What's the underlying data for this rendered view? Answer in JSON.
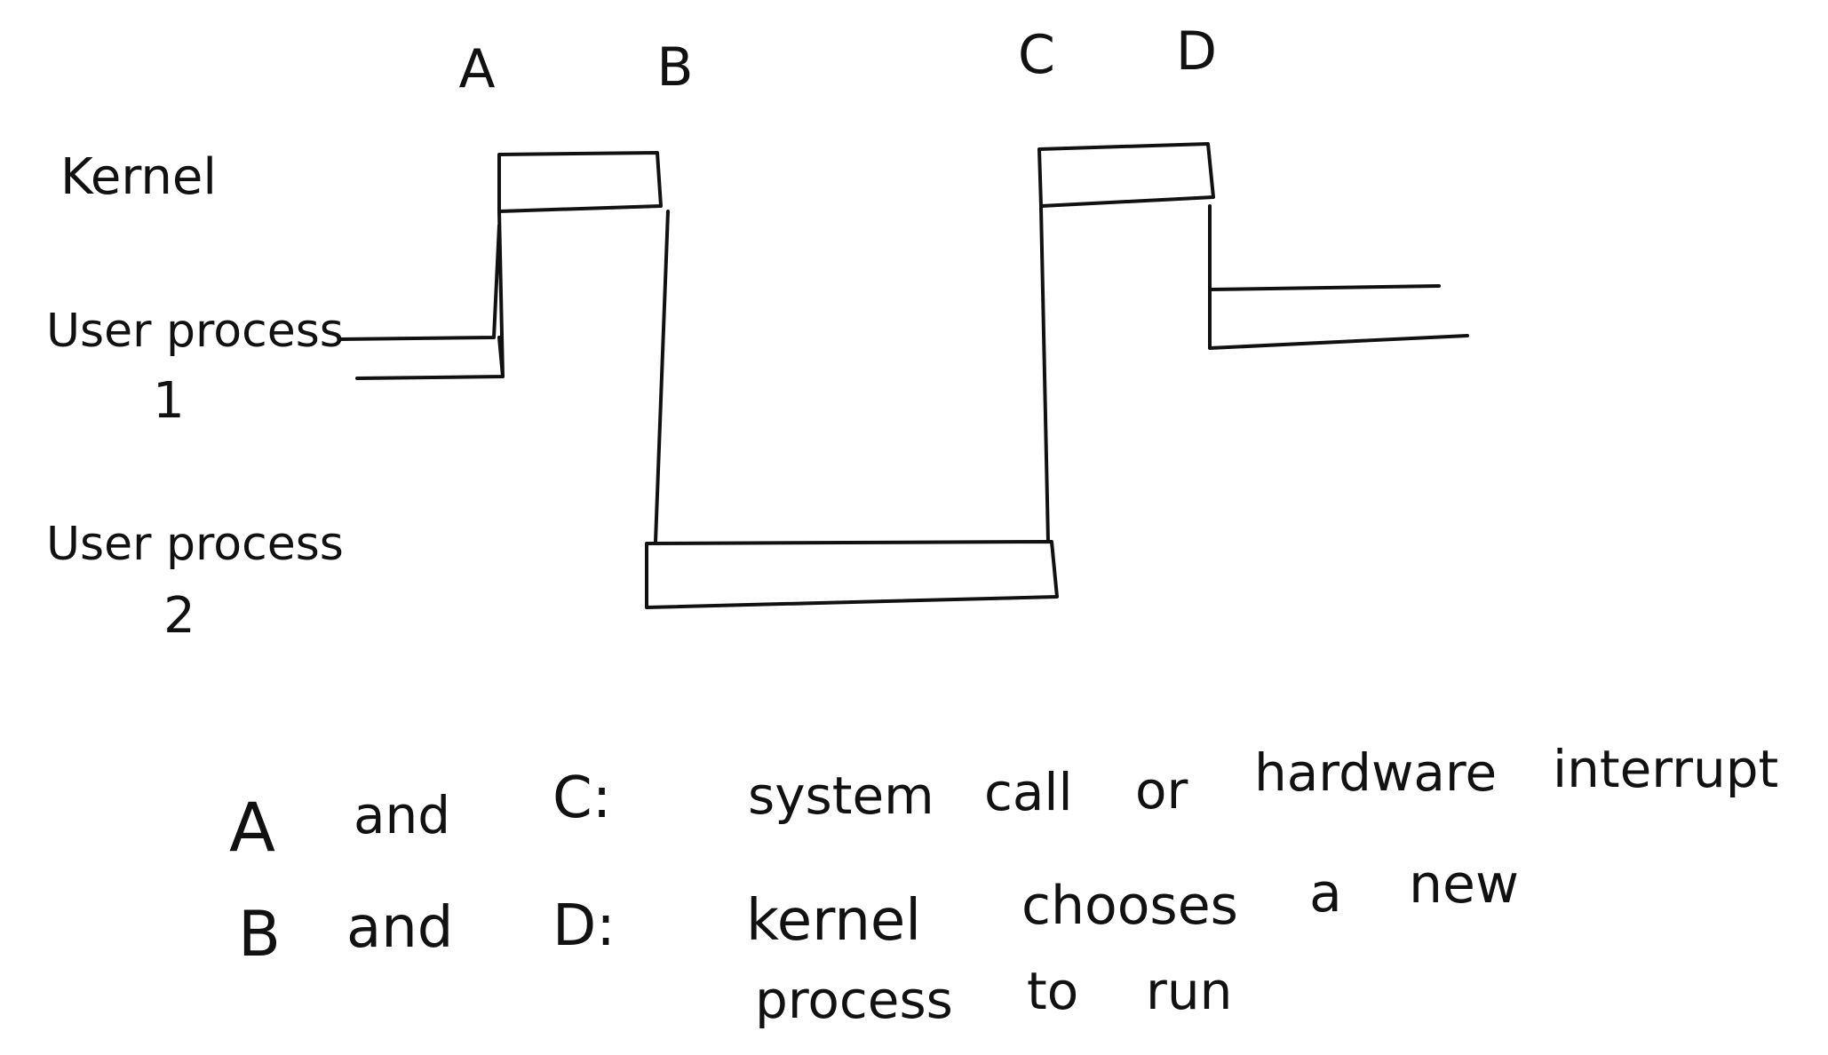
{
  "time_markers": [
    {
      "label": "A"
    },
    {
      "label": "B"
    },
    {
      "label": "C"
    },
    {
      "label": "D"
    }
  ],
  "rows": {
    "kernel": "Kernel",
    "user_process_1": {
      "label": "User process",
      "number": "1"
    },
    "user_process_2": {
      "label": "User process",
      "number": "2"
    }
  },
  "legend": {
    "line1": {
      "letter1": "A",
      "conj": "and",
      "letter2": "C:",
      "words": [
        "system",
        "call",
        "or",
        "hardware",
        "interrupt"
      ]
    },
    "line2": {
      "letter1": "B",
      "conj": "and",
      "letter2": "D:",
      "words": [
        "kernel",
        "chooses",
        "a",
        "new"
      ]
    },
    "line3": {
      "words": [
        "process",
        "to",
        "run"
      ]
    }
  }
}
